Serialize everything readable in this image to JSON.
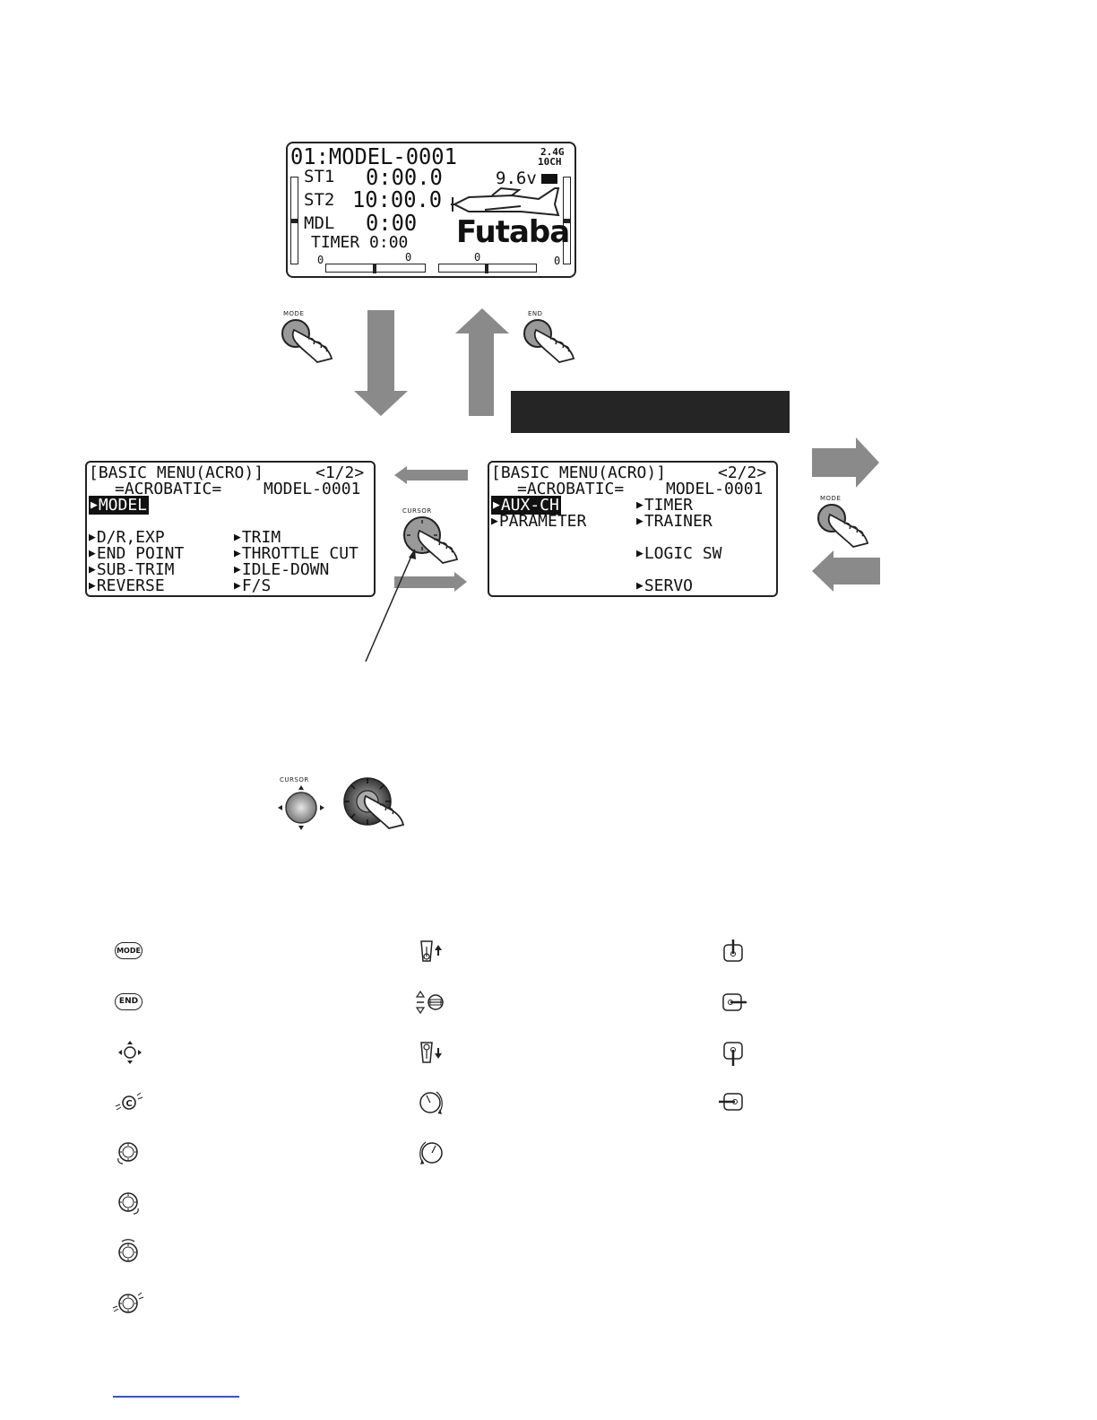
{
  "home_screen": {
    "model_line": "01:MODEL-0001",
    "band": "2.4G",
    "channels": "10CH",
    "st1_label": "ST1",
    "st1_value": "0:00.0",
    "st2_label": "ST2",
    "st2_value": "10:00.0",
    "mdl_label": "MDL",
    "mdl_value": "0:00",
    "timer_line": "TIMER 0:00",
    "voltage": "9.6v",
    "brand": "Futaba",
    "trim_marks": [
      "0",
      "0",
      "0",
      "0"
    ]
  },
  "buttons": {
    "mode": "MODE",
    "end": "END",
    "cursor": "CURSOR"
  },
  "menu_page1": {
    "title": "[BASIC MENU(ACRO)]",
    "page": "<1/2>",
    "model_type": "=ACROBATIC=",
    "model_name": "MODEL-0001",
    "selected": "MODEL",
    "left_items": [
      "D/R,EXP",
      "END POINT",
      "SUB-TRIM",
      "REVERSE"
    ],
    "right_items": [
      "TRIM",
      "THROTTLE CUT",
      "IDLE-DOWN",
      "F/S"
    ]
  },
  "menu_page2": {
    "title": "[BASIC MENU(ACRO)]",
    "page": "<2/2>",
    "model_type": "=ACROBATIC=",
    "model_name": "MODEL-0001",
    "selected": "AUX-CH",
    "left_items": [
      "PARAMETER"
    ],
    "right_items": [
      "TIMER",
      "TRAINER",
      "LOGIC SW",
      "SERVO"
    ]
  },
  "legend": {
    "mode_pill": "MODE",
    "end_pill": "END",
    "c_icon": "C",
    "icons_col1": [
      "mode-button-icon",
      "end-button-icon",
      "cursor-pad-icon",
      "cursor-press-icon",
      "dial-ccw-icon",
      "dial-cw-icon",
      "dial-top-icon",
      "dial-press-icon"
    ],
    "icons_col2": [
      "switch-up-icon",
      "cursor-updown-icon",
      "switch-down-icon",
      "knob-cw-icon",
      "knob-ccw-icon"
    ],
    "icons_col3": [
      "stick-up-icon",
      "stick-right-icon",
      "stick-down-icon",
      "stick-left-icon"
    ]
  },
  "colors": {
    "arrow": "#8a8a8a",
    "banner": "#252525",
    "link_line": "#3355cc"
  }
}
